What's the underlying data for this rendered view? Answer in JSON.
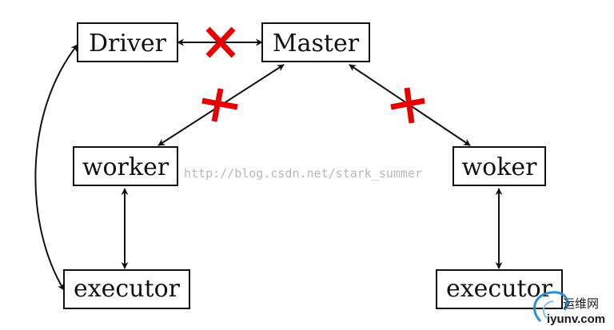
{
  "diagram": {
    "nodes": {
      "driver": "Driver",
      "master": "Master",
      "worker_left": "worker",
      "worker_right": "woker",
      "executor_left": "executor",
      "executor_right": "executor"
    },
    "watermark": "http://blog.csdn.net/stark_summer",
    "logo": {
      "name": "运维网",
      "domain": "iyunv.com"
    },
    "colors": {
      "cross": "#e60000",
      "line": "#111111",
      "watermark": "#b8b8b8",
      "logo_swirl": "#2a8fd8"
    }
  }
}
